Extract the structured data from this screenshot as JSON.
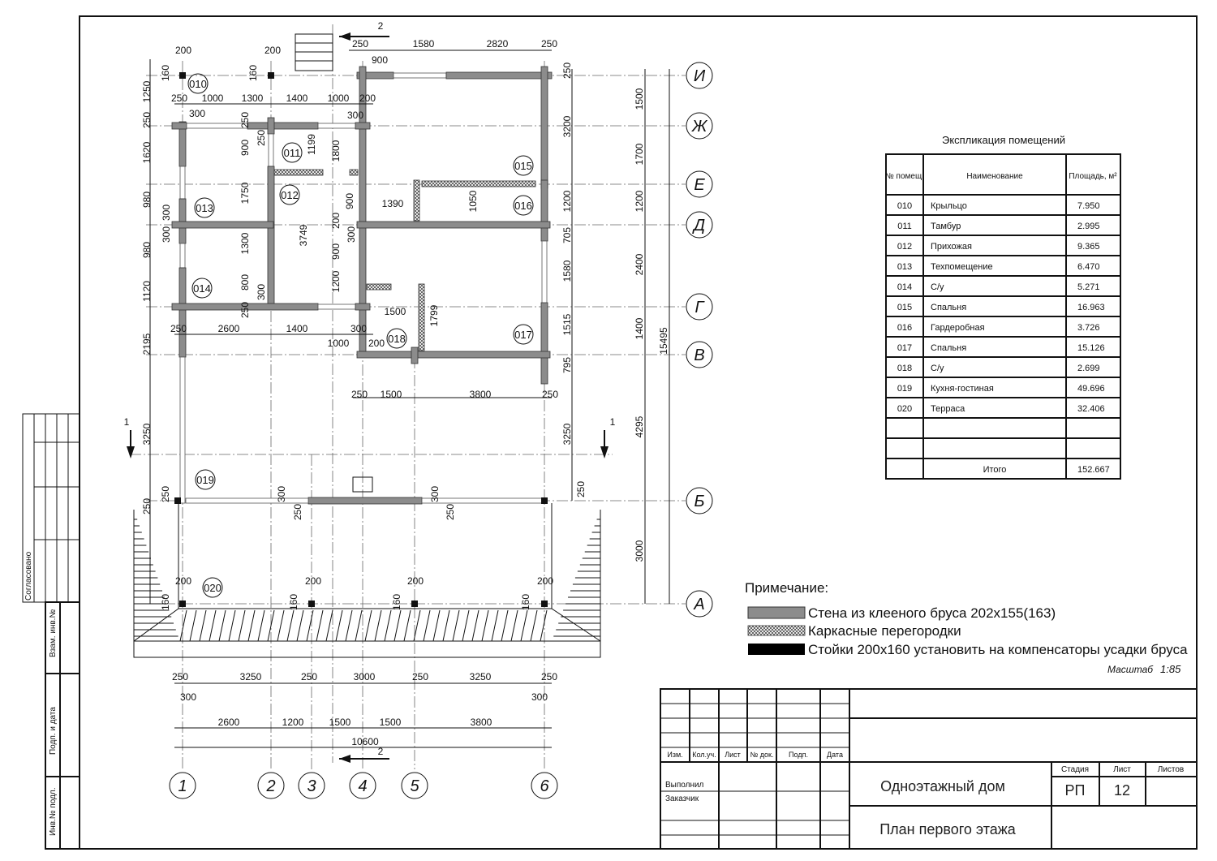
{
  "plan": {
    "dims": [
      "200",
      "200",
      "250",
      "1580",
      "2820",
      "250",
      "900",
      "2",
      "250",
      "1000",
      "1300",
      "1400",
      "1000",
      "200",
      "300",
      "300",
      "160",
      "1250",
      "250",
      "1620",
      "980",
      "300",
      "300",
      "980",
      "1120",
      "2195",
      "3250",
      "250",
      "250",
      "160",
      "160",
      "250",
      "250",
      "900",
      "1750",
      "1300",
      "800",
      "300",
      "250",
      "1199",
      "1800",
      "3749",
      "900",
      "200",
      "300",
      "900",
      "1200",
      "1050",
      "1799",
      "1390",
      "1500",
      "2600",
      "1400",
      "300",
      "1000",
      "200",
      "250",
      "250",
      "1500",
      "3800",
      "250",
      "250",
      "3200",
      "1200",
      "705",
      "1580",
      "1515",
      "795",
      "3250",
      "250",
      "1500",
      "1700",
      "1200",
      "2400",
      "1400",
      "4295",
      "3000",
      "15495",
      "300",
      "250",
      "300",
      "250",
      "200",
      "200",
      "200",
      "200",
      "160",
      "160",
      "160",
      "250",
      "3250",
      "250",
      "3000",
      "250",
      "3250",
      "250",
      "300",
      "300",
      "2600",
      "1200",
      "1500",
      "1500",
      "3800",
      "10600",
      "2",
      "1",
      "1"
    ],
    "rooms": [
      "010",
      "011",
      "012",
      "013",
      "014",
      "015",
      "016",
      "017",
      "018",
      "019",
      "020"
    ],
    "row_axes": [
      "И",
      "Ж",
      "Е",
      "Д",
      "Г",
      "В",
      "Б",
      "А"
    ],
    "col_axes": [
      "1",
      "2",
      "3",
      "4",
      "5",
      "6"
    ]
  },
  "explication": {
    "title": "Экспликация помещений",
    "headers": [
      "№ помещ.",
      "Наименование",
      "Площадь, м²"
    ],
    "rows": [
      [
        "010",
        "Крыльцо",
        "7.950"
      ],
      [
        "011",
        "Тамбур",
        "2.995"
      ],
      [
        "012",
        "Прихожая",
        "9.365"
      ],
      [
        "013",
        "Техпомещение",
        "6.470"
      ],
      [
        "014",
        "С/у",
        "5.271"
      ],
      [
        "015",
        "Спальня",
        "16.963"
      ],
      [
        "016",
        "Гардеробная",
        "3.726"
      ],
      [
        "017",
        "Спальня",
        "15.126"
      ],
      [
        "018",
        "С/у",
        "2.699"
      ],
      [
        "019",
        "Кухня-гостиная",
        "49.696"
      ],
      [
        "020",
        "Терраса",
        "32.406"
      ]
    ],
    "total_label": "Итого",
    "total_value": "152.667"
  },
  "legend": {
    "title": "Примечание:",
    "items": [
      "Стена из клееного бруса 202x155(163)",
      "Каркасные перегородки",
      "Стойки 200x160 установить на компенсаторы усадки бруса"
    ],
    "scale_label": "Масштаб",
    "scale_value": "1:85"
  },
  "title_block": {
    "cols": [
      "Изм.",
      "Кол.уч.",
      "Лист",
      "№ док.",
      "Подп.",
      "Дата"
    ],
    "performed": "Выполнил",
    "customer": "Заказчик",
    "project": "Одноэтажный дом",
    "sheet_title": "План первого этажа",
    "stage_label": "Стадия",
    "sheet_label": "Лист",
    "sheets_label": "Листов",
    "stage": "РП",
    "sheet": "12"
  },
  "side_stamp": [
    "Согласовано",
    "Взам. инв.№",
    "Подп. и дата",
    "Инв.№ подл."
  ]
}
